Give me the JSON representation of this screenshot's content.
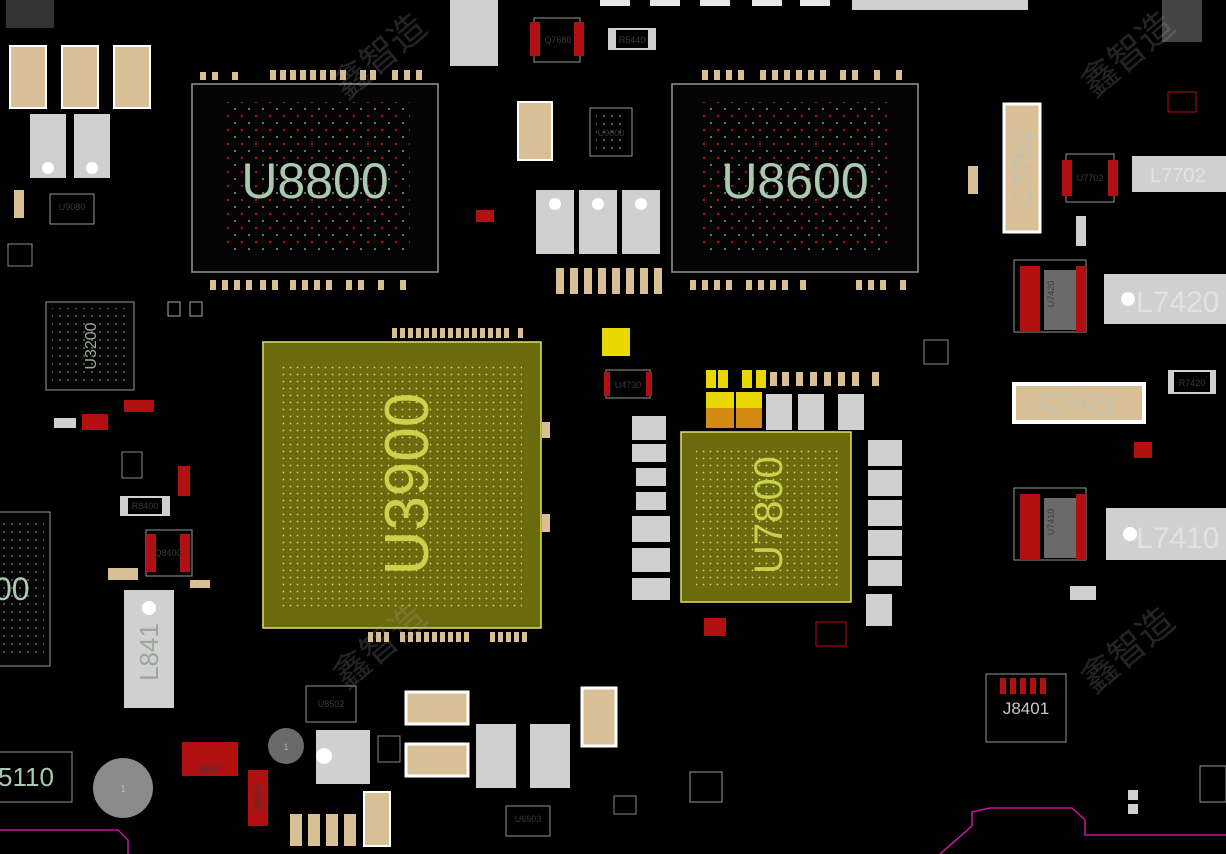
{
  "viewer": {
    "watermark_text": "鑫智造"
  },
  "components": {
    "u8800": "U8800",
    "u8600": "U8600",
    "u3900": "U3900",
    "u7800": "U7800",
    "u3200": "U3200",
    "l7420": "L7420",
    "l7410": "L7410",
    "l7702": "L7702",
    "c7752": "C7752",
    "c7421": "C7421",
    "r7420": "R7420",
    "u7420": "U7420",
    "u7410": "U7410",
    "u7702": "U7702",
    "j8401": "J8401",
    "u5110_partial": "5110",
    "l8410_partial": "L841",
    "u9080": "U9080",
    "u8502": "U8502",
    "u6903": "U6903",
    "q8401": "Q8401",
    "d8410": "D8410",
    "q8400": "Q8400",
    "r8400": "R8400",
    "r5440": "R5440",
    "q7680": "Q7680",
    "u4730": "U4730",
    "u9000": "U9000",
    "left_partial": "00",
    "pad_1a": "1",
    "pad_1b": "1"
  },
  "colors": {
    "board": "#000000",
    "outline": "#8f9a8f",
    "label": "#a9c9b0",
    "highlight_fill": "#6b6a0c",
    "highlight_label": "#c8d24a",
    "trace": "#c0199e",
    "pad_red": "#b01010",
    "pad_beige": "#d8bf95",
    "pad_gray": "#d0d0d0",
    "pad_yellow": "#e8d800",
    "pad_orange": "#d28a10"
  }
}
